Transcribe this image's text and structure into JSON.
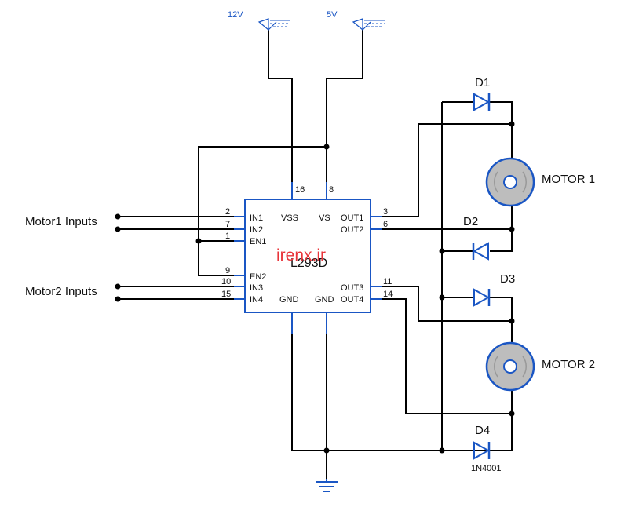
{
  "supplies": {
    "v12": "12V",
    "v5": "5V"
  },
  "ic": {
    "name": "L293D",
    "watermark": "irenx.ir",
    "pins": {
      "in1": "IN1",
      "in2": "IN2",
      "en1": "EN1",
      "en2": "EN2",
      "in3": "IN3",
      "in4": "IN4",
      "vss": "VSS",
      "vs": "VS",
      "gnd_a": "GND",
      "gnd_b": "GND",
      "out1": "OUT1",
      "out2": "OUT2",
      "out3": "OUT3",
      "out4": "OUT4"
    },
    "pin_numbers": {
      "in1": "2",
      "in2": "7",
      "en1": "1",
      "en2": "9",
      "in3": "10",
      "in4": "15",
      "vss": "16",
      "vs": "8",
      "out1": "3",
      "out2": "6",
      "out3": "11",
      "out4": "14"
    }
  },
  "inputs": {
    "motor1": "Motor1 Inputs",
    "motor2": "Motor2 Inputs"
  },
  "motors": {
    "m1": "MOTOR 1",
    "m2": "MOTOR 2"
  },
  "diodes": {
    "d1": "D1",
    "d2": "D2",
    "d3": "D3",
    "d4": "D4",
    "part": "1N4001"
  },
  "colors": {
    "component": "#1a56c4",
    "wire": "#000000",
    "watermark": "#e8343a",
    "motor_fill": "#bdbdbd"
  }
}
